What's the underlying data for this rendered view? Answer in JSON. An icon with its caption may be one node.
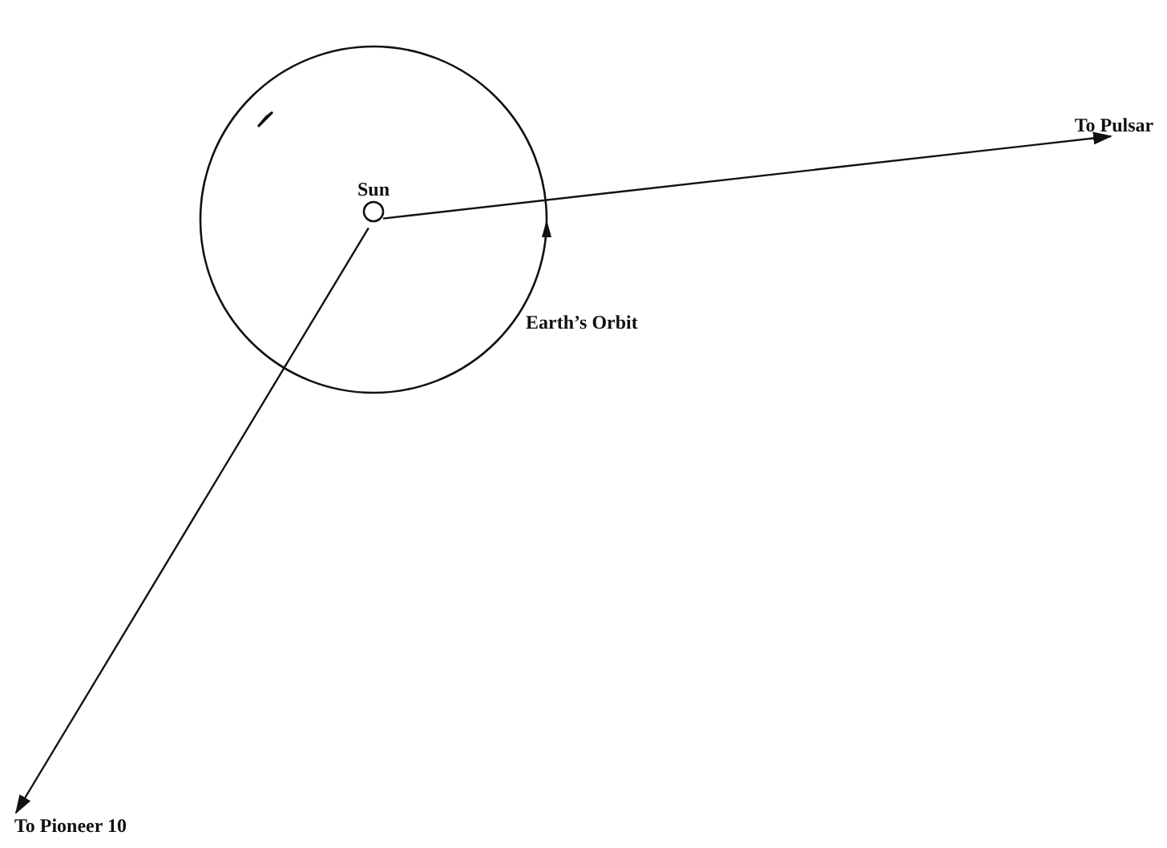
{
  "diagram": {
    "nodes": [
      {
        "text": [
          "Sun"
        ]
      },
      {
        "text": [
          "To Pulsar"
        ]
      },
      {
        "text": [
          "To Pioneer 10"
        ]
      }
    ],
    "edges": [
      {
        "from": 0,
        "to": 1,
        "arrow": "to"
      },
      {
        "from": 0,
        "to": 2,
        "arrow": "to"
      }
    ],
    "labels": [
      "Earth’s Orbit"
    ]
  }
}
